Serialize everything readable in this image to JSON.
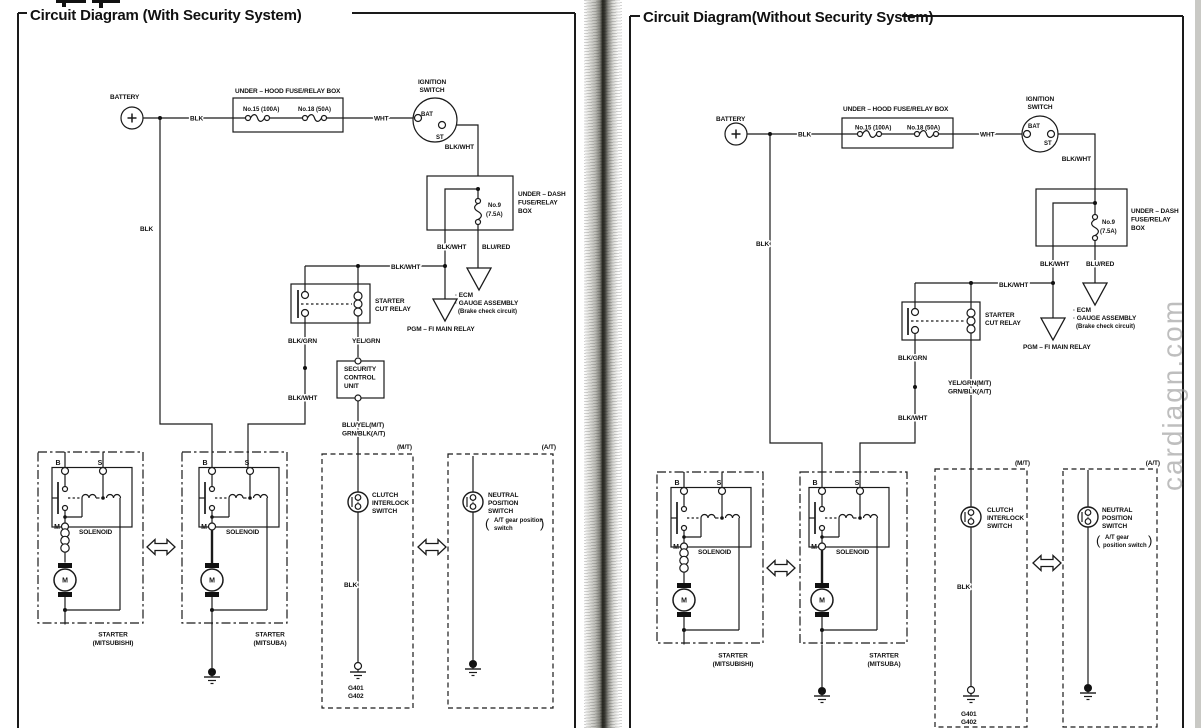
{
  "watermark": "cardiagn.com",
  "shared": {
    "battery": "BATTERY",
    "blk": "BLK",
    "wht": "WHT",
    "blk_wht": "BLK/WHT",
    "blk_grn": "BLK/GRN",
    "blu_red": "BLU/RED",
    "underhood": "UNDER – HOOD FUSE/RELAY BOX",
    "fuse15": "No.15 (100A)",
    "fuse18": "No.18 (50A)",
    "ignition_1": "IGNITION",
    "ignition_2": "SWITCH",
    "bat": "BAT",
    "st": "ST",
    "underdash_1": "UNDER – DASH",
    "underdash_2": "FUSE/RELAY",
    "underdash_3": "BOX",
    "no9_1": "No.9",
    "no9_2": "(7.5A)",
    "ecm": "· ECM",
    "gauge": "· GAUGE ASSEMBLY",
    "brake": "(Brake check circuit)",
    "pgm": "PGM – FI MAIN RELAY",
    "starter_cut_1": "STARTER",
    "starter_cut_2": "CUT RELAY",
    "mt": "(M/T)",
    "at": "(A/T)",
    "clutch_1": "CLUTCH",
    "clutch_2": "INTERLOCK",
    "clutch_3": "SWITCH",
    "neutral_1": "NEUTRAL",
    "neutral_2": "POSITION",
    "neutral_3": "SWITCH",
    "paren_l": "(",
    "paren_r": ")",
    "g401": "G401",
    "g402": "G402",
    "starter": "STARTER",
    "mitsubishi": "(MITSUBISHI)",
    "mitsuba": "(MITSUBA)",
    "b": "B",
    "s": "S",
    "m": "M",
    "motor_m": "M",
    "solenoid": "SOLENOID"
  },
  "left": {
    "title": "Circuit Diagram (With Security System)",
    "yel_grn": "YEL/GRN",
    "scu_1": "SECURITY",
    "scu_2": "CONTROL",
    "scu_3": "UNIT",
    "out_mt": "BLU/YEL(M/T)",
    "out_at": "GRN/BLK(A/T)",
    "at_gear_1": "A/T gear position",
    "at_gear_2": "switch"
  },
  "right": {
    "title": "Circuit Diagram(Without Security System)",
    "out_mt": "YEL/GRN(M/T)",
    "out_at": "GRN/BLK(A/T)",
    "at_gear_1": "A/T gear",
    "at_gear_2": "position switch"
  }
}
